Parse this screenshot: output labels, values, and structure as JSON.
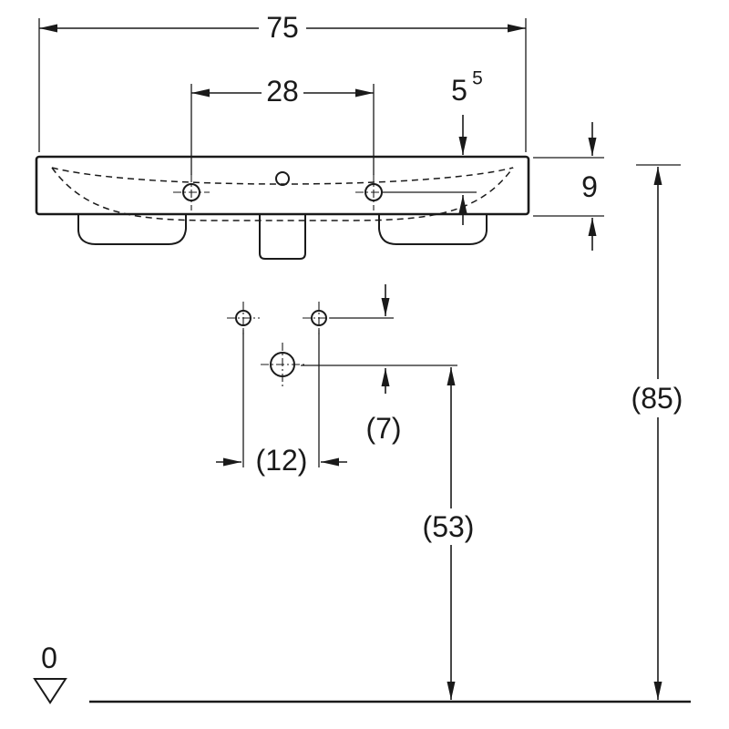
{
  "colors": {
    "ink": "#1a1a1a",
    "background": "#ffffff"
  },
  "labels": {
    "overall_width": "75",
    "tap_hole_spacing": "28",
    "tap_hole_depth_main": "5",
    "tap_hole_depth_sup": "5",
    "rim_height": "9",
    "overall_height": "(85)",
    "hole_vertical_offset": "(7)",
    "fixing_hole_spacing": "(12)",
    "outlet_height": "(53)",
    "datum_level": "0"
  }
}
